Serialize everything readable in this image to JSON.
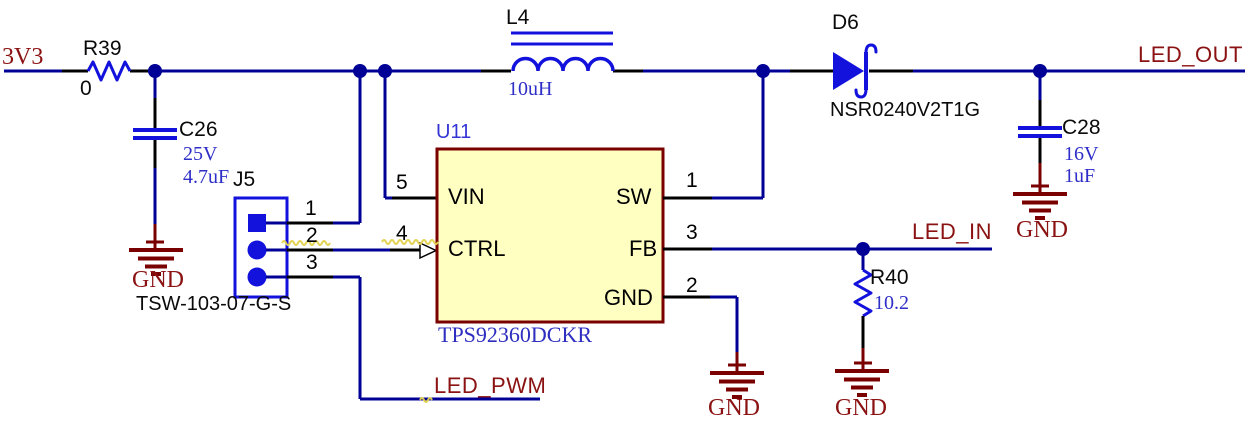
{
  "schematic": {
    "nets": {
      "rail_3v3": "3V3",
      "led_out": "LED_OUT",
      "led_in": "LED_IN",
      "led_pwm": "LED_PWM",
      "gnd": "GND"
    },
    "components": {
      "r39": {
        "designator": "R39",
        "value": "0"
      },
      "c26": {
        "designator": "C26",
        "voltage_rating": "25V",
        "value": "4.7uF"
      },
      "j5": {
        "designator": "J5",
        "part_number": "TSW-103-07-G-S",
        "pin_numbers": [
          "1",
          "2",
          "3"
        ]
      },
      "l4": {
        "designator": "L4",
        "value": "10uH"
      },
      "u11": {
        "designator": "U11",
        "part_number": "TPS92360DCKR",
        "pins": [
          {
            "number": "5",
            "name": "VIN"
          },
          {
            "number": "4",
            "name": "CTRL"
          },
          {
            "number": "1",
            "name": "SW"
          },
          {
            "number": "3",
            "name": "FB"
          },
          {
            "number": "2",
            "name": "GND"
          }
        ]
      },
      "d6": {
        "designator": "D6",
        "part_number": "NSR0240V2T1G"
      },
      "c28": {
        "designator": "C28",
        "voltage_rating": "16V",
        "value": "1uF"
      },
      "r40": {
        "designator": "R40",
        "value": "10.2"
      }
    },
    "colors": {
      "wire": "#000096",
      "component": "#1212dc",
      "net_label": "#8b1212",
      "ground_symbol": "#7a0000",
      "ic_fill": "#ffffc2",
      "ic_border": "#7a0000",
      "value_text": "#2e2ec8",
      "warning_squiggle": "#e3d24c"
    }
  }
}
